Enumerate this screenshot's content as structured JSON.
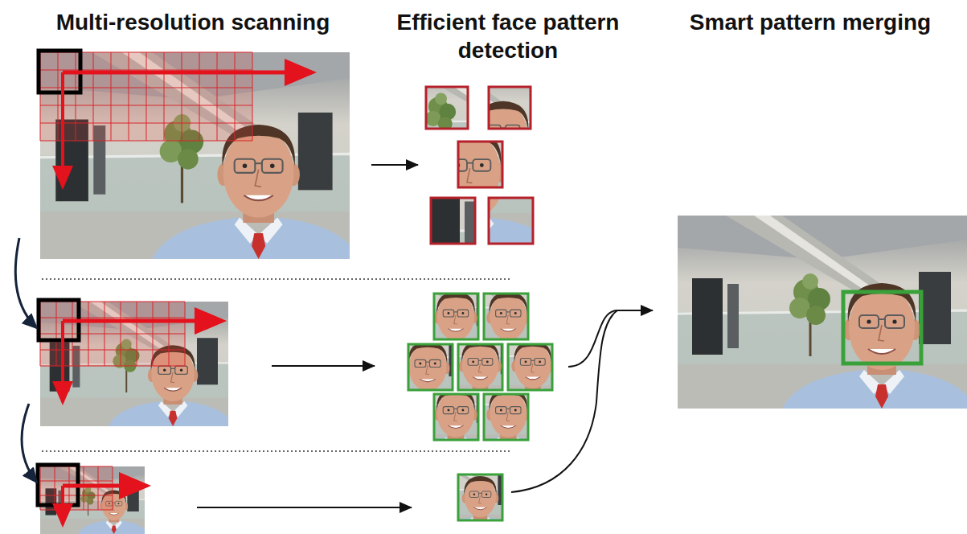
{
  "diagram": {
    "labels": [
      "Multi-resolution scanning",
      "Efficient face pattern detection",
      "Smart pattern merging"
    ]
  }
}
